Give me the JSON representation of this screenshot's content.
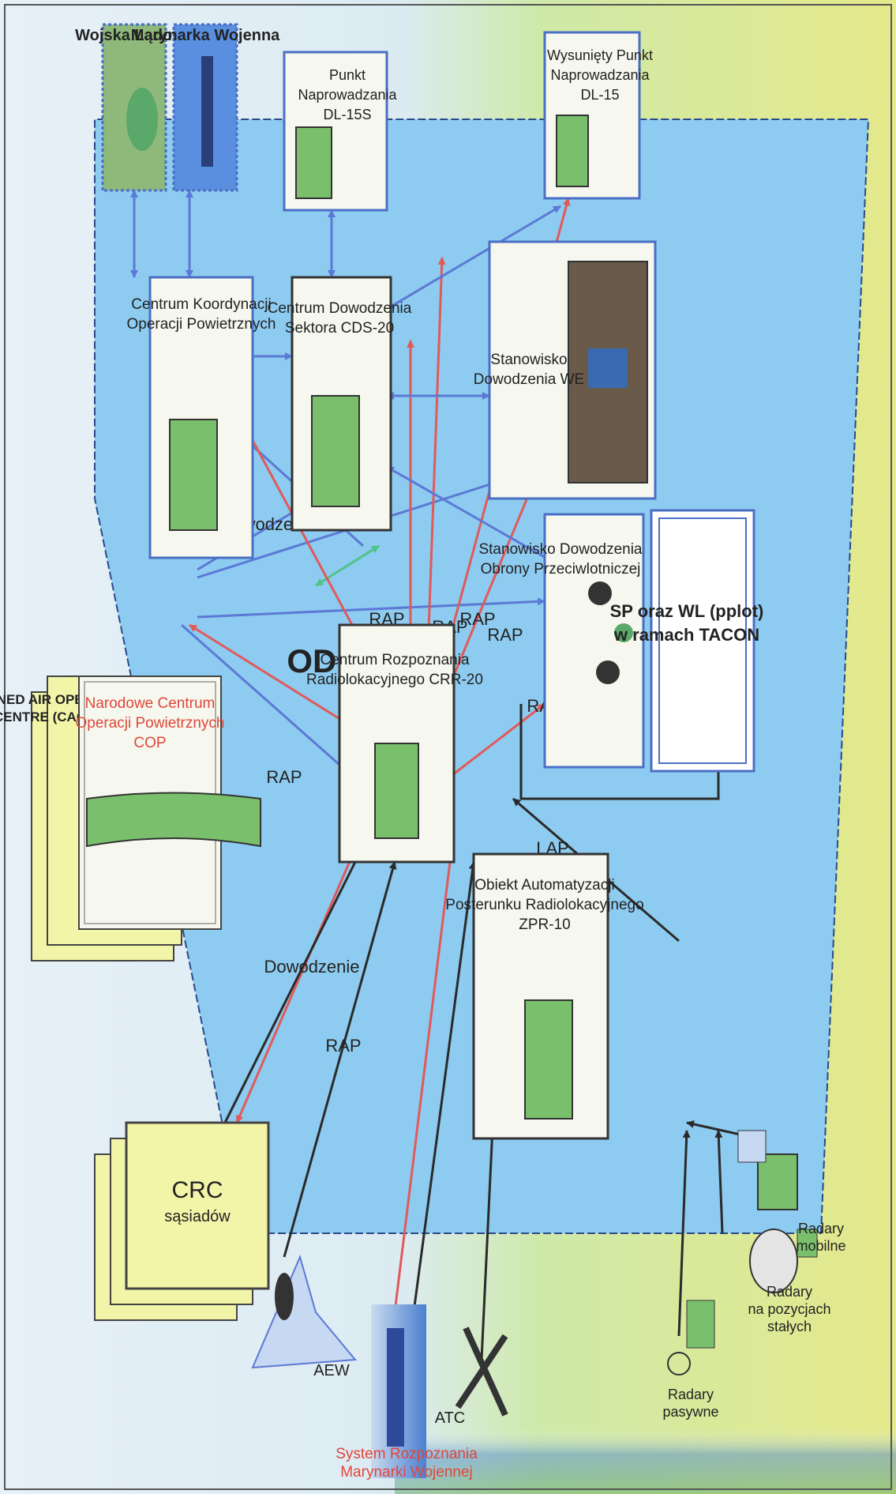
{
  "odn_label": "ODN",
  "nodes": {
    "crc": {
      "line1": "CRC",
      "line2": "sąsiadów"
    },
    "caoc": {
      "line1": "COMBINED AIR OPERATIONS",
      "line2": "CENTRE (CAOC)"
    },
    "ncop": {
      "line1": "Narodowe Centrum",
      "line2": "Operacji Powietrznych",
      "line3": "COP"
    },
    "ckop": {
      "line1": "Centrum Koordynacji",
      "line2": "Operacji Powietrznych"
    },
    "wojska": {
      "label": "Wojska Lądowe"
    },
    "marynarka": {
      "label": "Marynarka Wojenna"
    },
    "crr": {
      "line1": "Centrum Rozpoznania",
      "line2": "Radiolokacyjnego CRR-20"
    },
    "cds": {
      "line1": "Centrum Dowodzenia",
      "line2": "Sektora CDS-20"
    },
    "pn": {
      "line1": "Punkt",
      "line2": "Naprowadzania",
      "line3": "DL-15S"
    },
    "wpn": {
      "line1": "Wysunięty Punkt",
      "line2": "Naprowadzania",
      "line3": "DL-15"
    },
    "sdwe": {
      "line1": "Stanowisko",
      "line2": "Dowodzenia WE"
    },
    "sdop": {
      "line1": "Stanowisko Dowodzenia",
      "line2": "Obrony Przeciwlotniczej"
    },
    "sp": {
      "line1": "SP oraz WL (pplot)",
      "line2": "w ramach TACON"
    },
    "zpr": {
      "line1": "Obiekt Automatyzacji",
      "line2": "Posterunku Radiolokacyjnego",
      "line3": "ZPR-10"
    }
  },
  "sources": {
    "aew": "AEW",
    "srmw_line1": "System Rozpoznania",
    "srmw_line2": "Marynarki Wojennej",
    "atc": "ATC",
    "radary_pasywne_1": "Radary",
    "radary_pasywne_2": "pasywne",
    "radary_stale_1": "Radary",
    "radary_stale_2": "na pozycjach",
    "radary_stale_3": "stałych",
    "radary_mobilne_1": "Radary",
    "radary_mobilne_2": "mobilne"
  },
  "links": {
    "rap": "RAP",
    "lap": "LAP",
    "dowodzenie": "Dowodzenie"
  },
  "colors": {
    "red_arrow": "#e05a5a",
    "blue_arrow": "#5b79d6",
    "green_arrow": "#4fc38a",
    "black_arrow": "#2a2a2a",
    "odn_fill": "#8ecbf0",
    "ncop_text": "#e0463a",
    "crc_fill": "#f2f5a8"
  }
}
